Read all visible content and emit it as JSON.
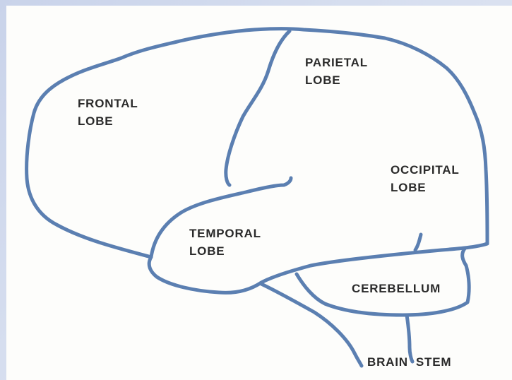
{
  "labels": {
    "frontal": {
      "line1": "FRONTAL",
      "line2": "LOBE"
    },
    "parietal": {
      "line1": "PARIETAL",
      "line2": "LOBE"
    },
    "occipital": {
      "line1": "OCCIPITAL",
      "line2": "LOBE"
    },
    "temporal": {
      "line1": "TEMPORAL",
      "line2": "LOBE"
    },
    "cerebellum": "CEREBELLUM",
    "brainstem": "BRAIN  STEM"
  },
  "colors": {
    "outline": "#5b7fb1",
    "text": "#2a2a2a",
    "background": "#fdfdfb",
    "frame": "#c9d3ea"
  }
}
